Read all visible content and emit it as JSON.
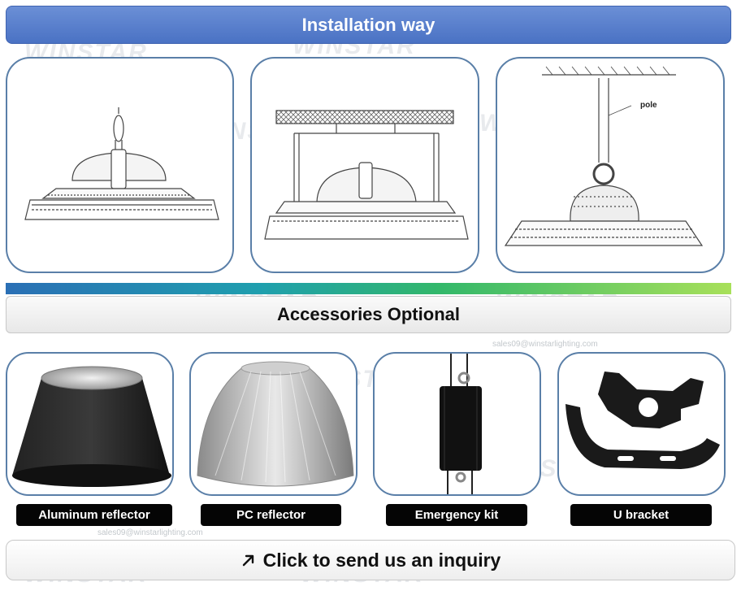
{
  "header": {
    "title": "Installation way"
  },
  "accessories": {
    "title": "Accessories Optional",
    "items": [
      {
        "label": "Aluminum reflector"
      },
      {
        "label": "PC reflector"
      },
      {
        "label": "Emergency kit"
      },
      {
        "label": "U bracket"
      }
    ]
  },
  "installation": {
    "pole_label": "pole"
  },
  "watermark": {
    "brand": "WINSTAR",
    "email": "sales09@winstarlighting.com"
  },
  "inquiry": {
    "icon": "arrow-up-right-icon",
    "label": "Click to send us an inquiry"
  },
  "colors": {
    "banner_blue": "#4a72c4",
    "frame_border": "#5a7fa8",
    "label_bg": "#050505"
  }
}
